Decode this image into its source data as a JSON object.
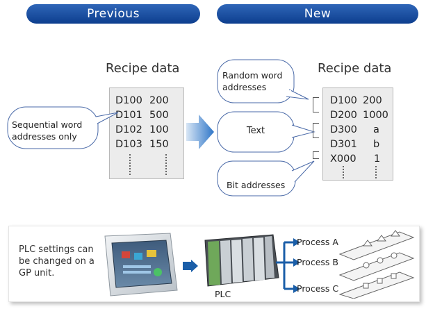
{
  "header": {
    "previous_label": "Previous",
    "new_label": "New"
  },
  "previous": {
    "title": "Recipe data",
    "rows": [
      {
        "address": "D100",
        "value": "200"
      },
      {
        "address": "D101",
        "value": "500"
      },
      {
        "address": "D102",
        "value": "100"
      },
      {
        "address": "D103",
        "value": "150"
      }
    ],
    "bubble": "Sequential word addresses only"
  },
  "new": {
    "title": "Recipe data",
    "rows": [
      {
        "address": "D100",
        "value": "200"
      },
      {
        "address": "D200",
        "value": "1000"
      },
      {
        "address": "D300",
        "value": "a"
      },
      {
        "address": "D301",
        "value": "b"
      },
      {
        "address": "X000",
        "value": "1"
      }
    ],
    "bubbles": {
      "random": "Random word addresses",
      "text": "Text",
      "bit": "Bit addresses"
    }
  },
  "bottom": {
    "note": "PLC settings can be changed on a GP unit.",
    "plc_label": "PLC",
    "processes": [
      "Process A",
      "Process B",
      "Process C"
    ]
  },
  "colors": {
    "pill": "#1a4b9b",
    "panel": "#ececec",
    "bubble_border": "#4a6aa8",
    "arrow": "#1a5ea8"
  }
}
